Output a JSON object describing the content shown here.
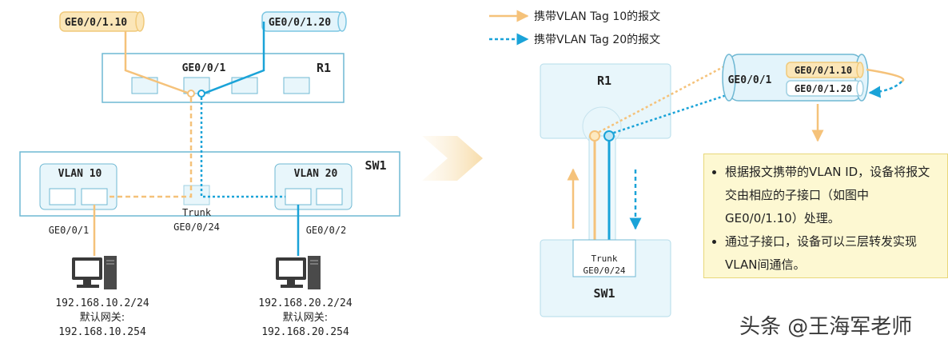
{
  "legend": {
    "tag10": "携带VLAN Tag 10的报文",
    "tag20": "携带VLAN Tag 20的报文"
  },
  "left": {
    "sub1": "GE0/0/1.10",
    "sub2": "GE0/0/1.20",
    "router_port": "GE0/0/1",
    "router_name": "R1",
    "switch_name": "SW1",
    "vlan10": "VLAN 10",
    "vlan20": "VLAN 20",
    "trunk": "Trunk",
    "trunk_port": "GE0/0/24",
    "port_left": "GE0/0/1",
    "port_right": "GE0/0/2",
    "pc1": {
      "ip": "192.168.10.2/24",
      "gw_label": "默认网关:",
      "gw": "192.168.10.254"
    },
    "pc2": {
      "ip": "192.168.20.2/24",
      "gw_label": "默认网关:",
      "gw": "192.168.20.254"
    }
  },
  "right": {
    "router_name": "R1",
    "port": "GE0/0/1",
    "sub1": "GE0/0/1.10",
    "sub2": "GE0/0/1.20",
    "trunk": "Trunk",
    "trunk_port": "GE0/0/24",
    "switch_name": "SW1"
  },
  "notes": [
    "根据报文携带的VLAN ID，设备将报文交由相应的子接口（如图中GE0/0/1.10）处理。",
    "通过子接口，设备可以三层转发实现VLAN间通信。"
  ],
  "watermark": "头条 @王海军老师",
  "colors": {
    "orange": "#f5c27a",
    "blue": "#1aa3d8",
    "box_border": "#6fb8d3",
    "box_fill": "#e8f6fb",
    "note_fill": "#fdf8d2"
  }
}
